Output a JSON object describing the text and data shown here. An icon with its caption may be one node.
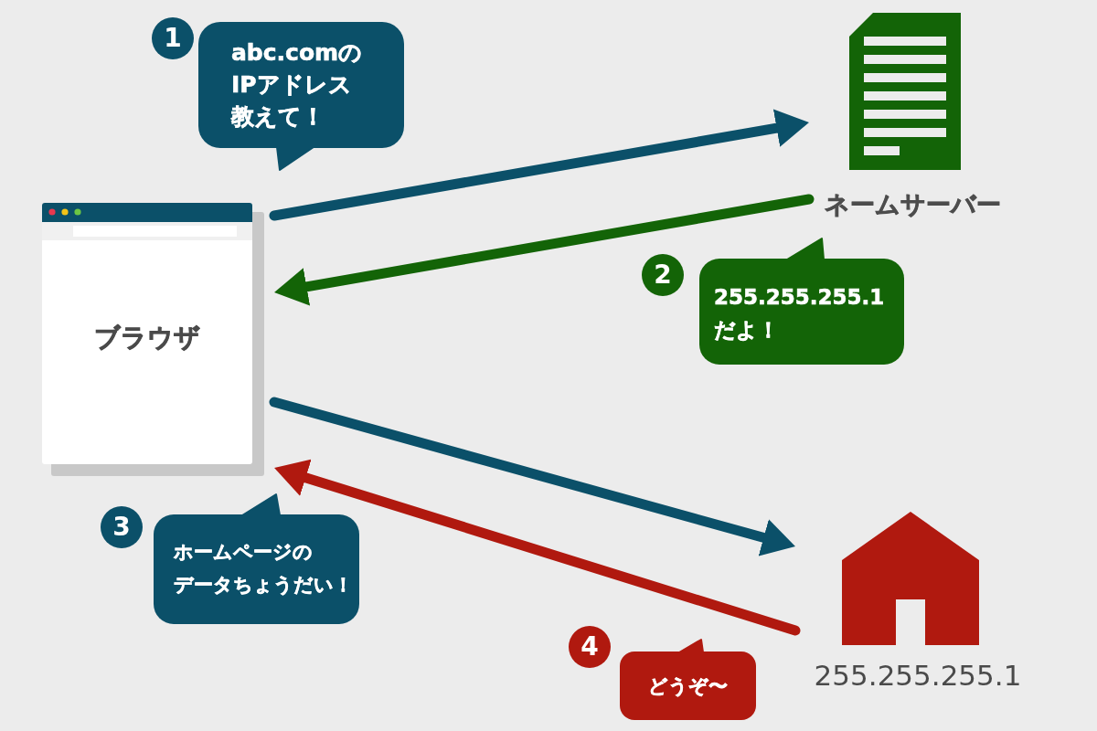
{
  "diagram": {
    "nodes": [
      {
        "text": [
          "1"
        ]
      },
      {
        "text": [
          "abc.comのIPアドレス教えて！"
        ]
      },
      {
        "text": [
          "ネームサーバー"
        ]
      },
      {
        "text": [
          "ブラウザ"
        ]
      },
      {
        "text": [
          "2"
        ]
      },
      {
        "text": [
          "255.255.255.1だよ！"
        ]
      },
      {
        "text": [
          "3"
        ]
      },
      {
        "text": [
          "ホームページのデータちょうだい！"
        ]
      },
      {
        "text": [
          "255.255.255.1"
        ]
      },
      {
        "text": [
          "4"
        ]
      },
      {
        "text": [
          "どうぞ〜"
        ]
      }
    ],
    "edges": [
      {
        "from": 3,
        "to": 2,
        "arrow": "to"
      },
      {
        "from": 2,
        "to": 3,
        "arrow": "to",
        "color": "#136407"
      },
      {
        "from": 3,
        "to": 8,
        "arrow": "to"
      },
      {
        "from": 8,
        "to": 3,
        "arrow": "to",
        "color": "#b0190f"
      }
    ]
  }
}
